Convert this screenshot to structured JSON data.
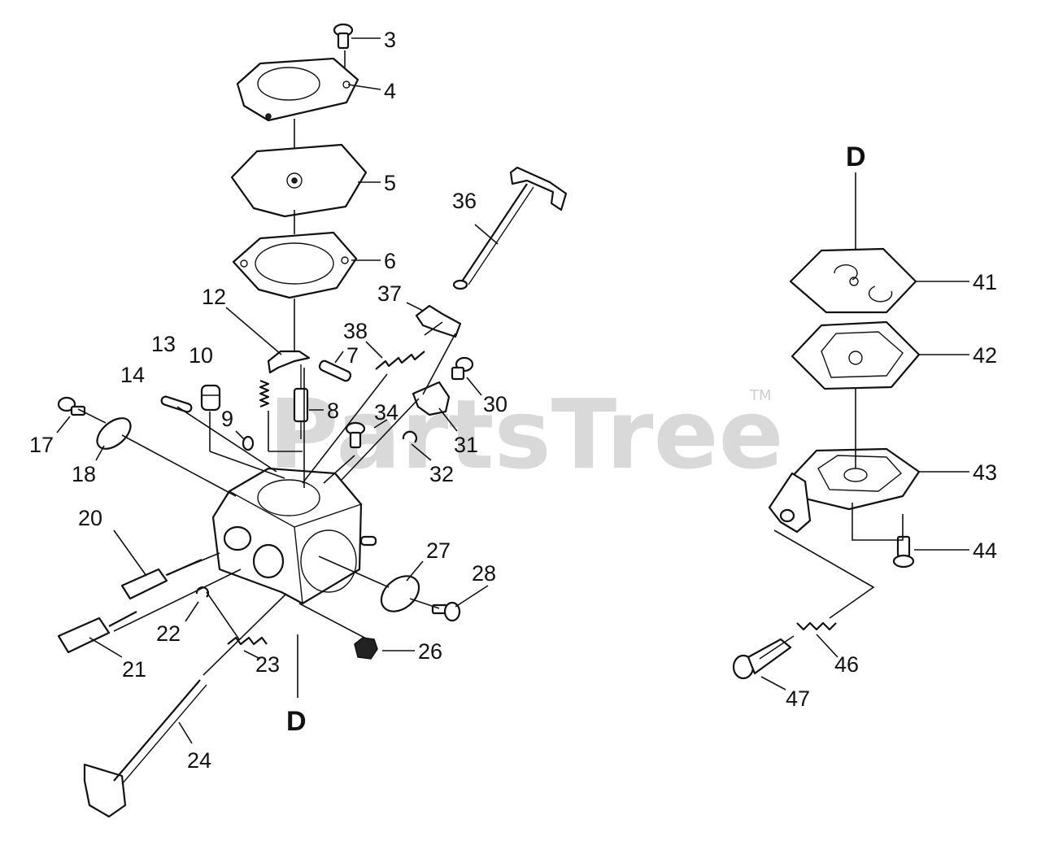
{
  "watermark": {
    "brand": "PartsTree",
    "trademark": "TM"
  },
  "callouts": [
    "3",
    "4",
    "5",
    "6",
    "12",
    "13",
    "10",
    "14",
    "9",
    "7",
    "8",
    "17",
    "18",
    "36",
    "37",
    "38",
    "30",
    "34",
    "31",
    "32",
    "20",
    "27",
    "28",
    "22",
    "26",
    "21",
    "23",
    "24",
    "41",
    "42",
    "43",
    "44",
    "46",
    "47"
  ],
  "section_marks": [
    "D",
    "D"
  ]
}
